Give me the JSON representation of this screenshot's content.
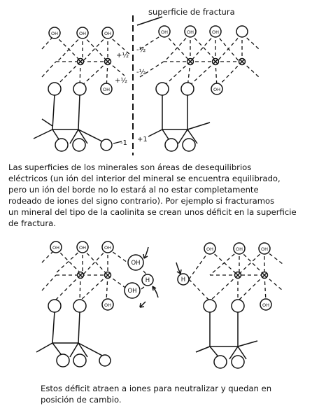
{
  "top_figure": {
    "fracture_label": "superficie de fractura",
    "left_oh_labels": [
      "OH",
      "OH",
      "OH",
      "OH"
    ],
    "right_oh_labels": [
      "OH",
      "OH",
      "OH",
      "OH"
    ],
    "charge_labels": {
      "plus_half_top": "+½",
      "minus_half_top": "-½",
      "minus_half_mid": "-½",
      "plus_half_mid": "+½",
      "minus_one": "-1",
      "plus_one": "+1"
    }
  },
  "paragraph": {
    "lines": [
      "Las superficies de los minerales son áreas de desequilibrios",
      "eléctricos (un ión del interior del mineral se encuentra equilibrado,",
      "pero un ión del borde no lo estará al no estar completamente",
      " rodeado de iones del signo contrario). Por ejemplo si fracturamos",
      "un mineral del tipo de la caolinita se crean unos déficit en la superficie",
      "de fractura."
    ]
  },
  "bottom_figure": {
    "left_oh_labels": [
      "OH",
      "OH",
      "OH",
      "OH"
    ],
    "right_oh_labels": [
      "OH",
      "OH",
      "OH",
      "OH"
    ],
    "free_ions": [
      "OH",
      "H",
      "OH",
      "H"
    ]
  },
  "caption": {
    "lines": [
      "Estos déficit atraen a iones para neutralizar y quedan en",
      "posición de cambio."
    ]
  }
}
